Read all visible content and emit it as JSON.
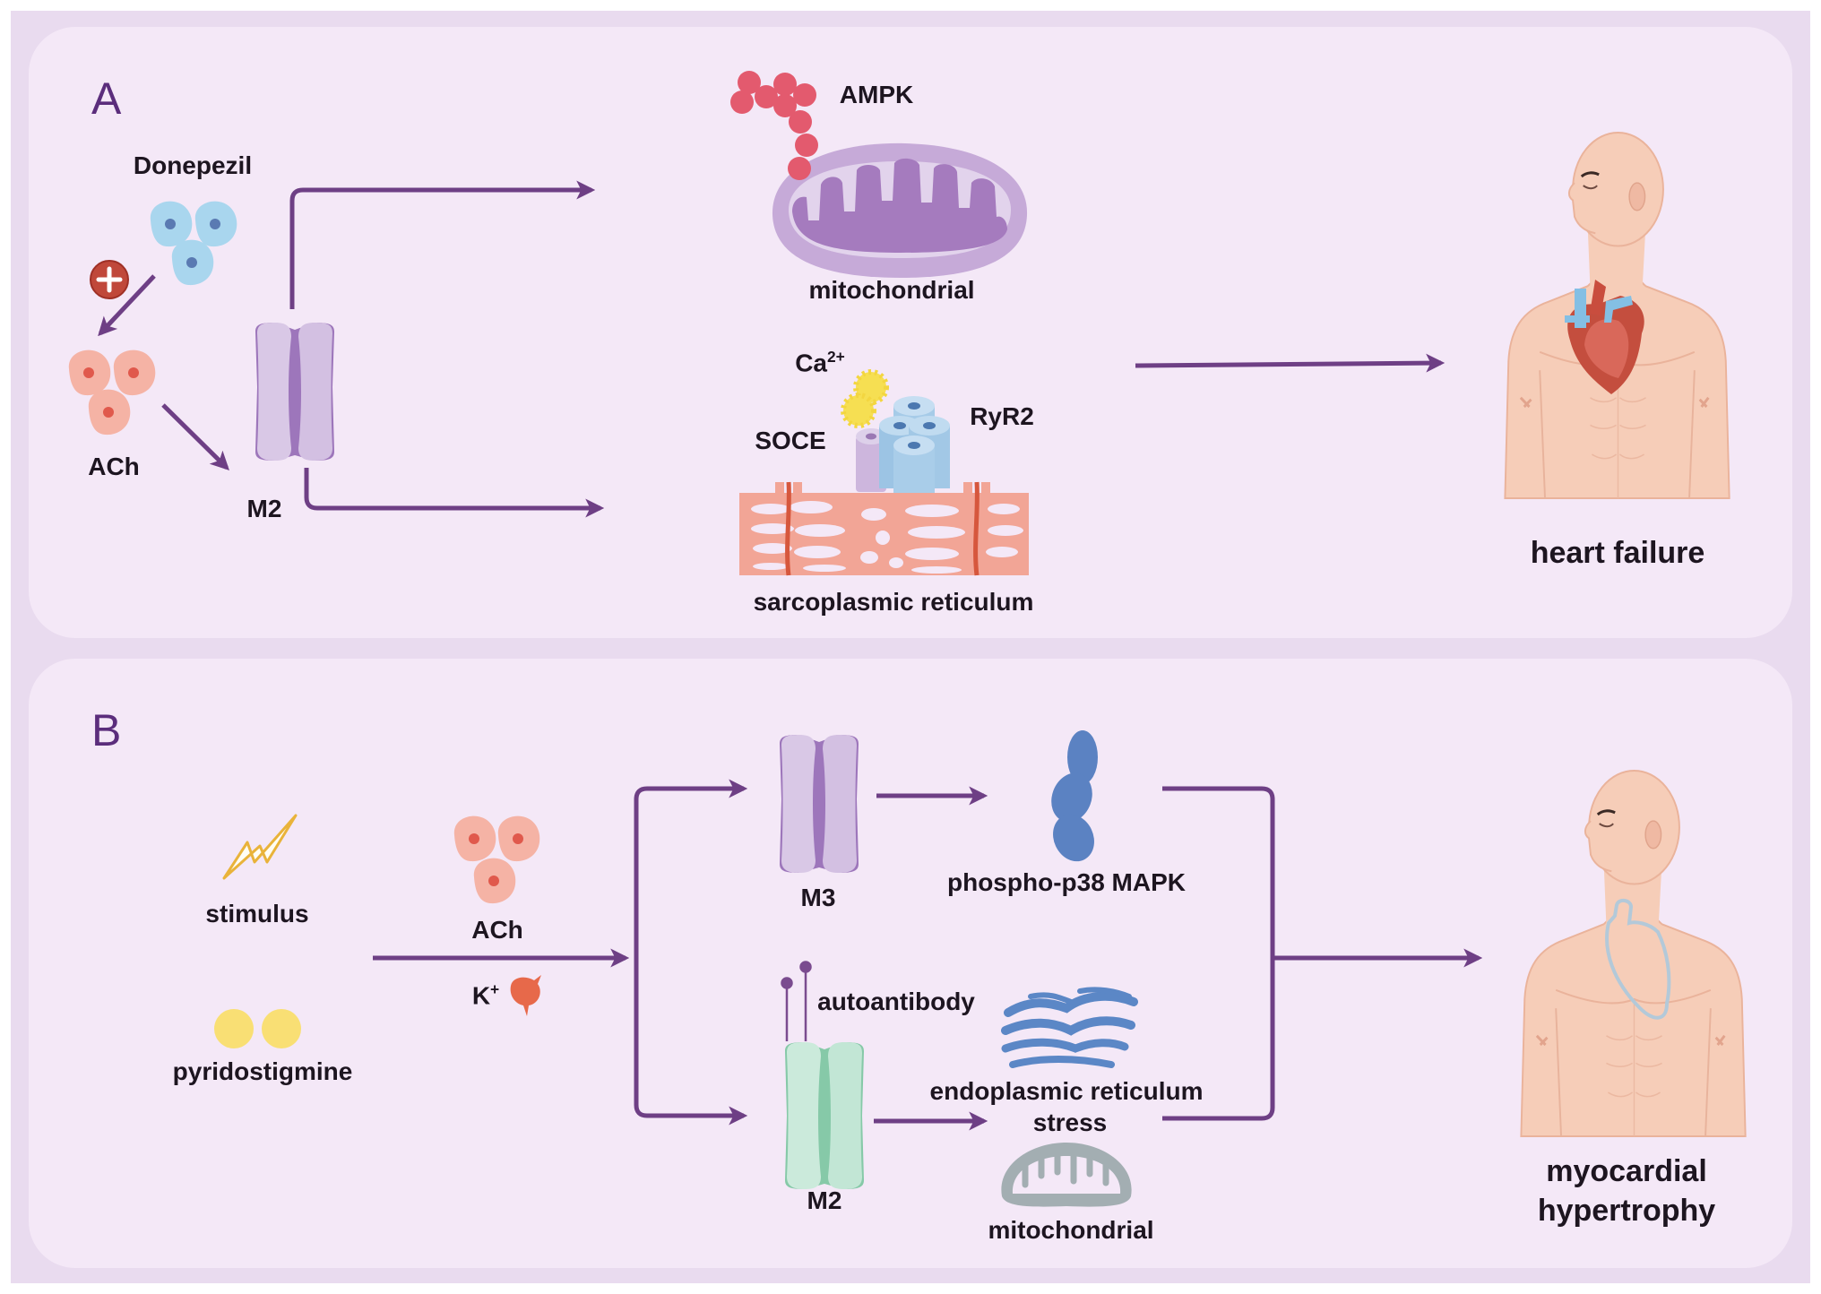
{
  "figure": {
    "colors": {
      "frame": "#e9dbef",
      "panel": "#f4e8f7",
      "arrow": "#6e3f85",
      "panel_letter": "#5b2d7c",
      "text": "#1d1520",
      "skin": "#f6cdb8",
      "channel_purple": "#d5c2e3",
      "channel_green": "#c5e8d8",
      "cell_blue": "#a9d6ee",
      "cell_red": "#f5b3a5",
      "ampk": "#e35a6e",
      "mito_purple": "#b695cc",
      "mapk_blue": "#5b82c2",
      "pill_yellow": "#f9df74"
    }
  },
  "panel_a": {
    "letter": "A",
    "donepezil": "Donepezil",
    "ach": "ACh",
    "m2": "M2",
    "ampk": "AMPK",
    "mitochondrial": "mitochondrial",
    "ca_base": "Ca",
    "ca_sup": "2+",
    "soce": "SOCE",
    "ryr2": "RyR2",
    "sarcoplasmic": "sarcoplasmic reticulum",
    "outcome": "heart failure",
    "promote_symbol": "+"
  },
  "panel_b": {
    "letter": "B",
    "stimulus": "stimulus",
    "pyridostigmine": "pyridostigmine",
    "ach": "ACh",
    "k_base": "K",
    "k_sup": "+",
    "m3": "M3",
    "mapk": "phospho-p38 MAPK",
    "autoantibody": "autoantibody",
    "m2": "M2",
    "er_line1": "endoplasmic reticulum",
    "er_line2": "stress",
    "mitochondrial": "mitochondrial",
    "outcome_line1": "myocardial",
    "outcome_line2": "hypertrophy"
  }
}
